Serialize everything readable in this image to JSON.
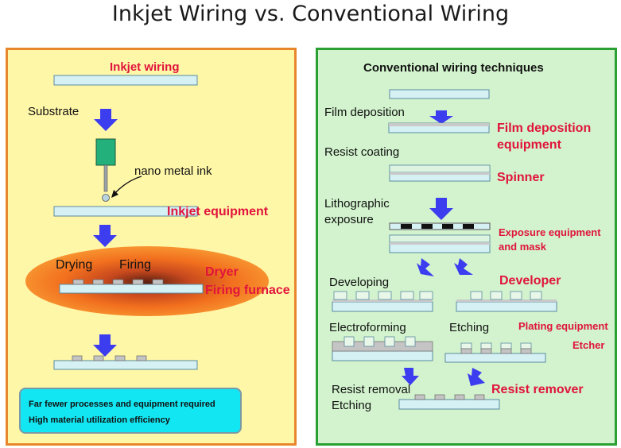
{
  "title": "Inkjet Wiring vs. Conventional Wiring",
  "inkjet": {
    "panel_title": "Inkjet wiring",
    "substrate": "Substrate",
    "nano_ink": "nano metal ink",
    "equipment": "Inkjet equipment",
    "drying": "Drying",
    "firing": "Firing",
    "dryer": "Dryer",
    "furnace": "Firing furnace",
    "summary": [
      "Far fewer processes and equipment required",
      "High material utilization efficiency"
    ]
  },
  "conventional": {
    "panel_title": "Conventional wiring techniques",
    "film_deposition": "Film deposition",
    "film_equipment_1": "Film deposition",
    "film_equipment_2": "equipment",
    "resist_coating": "Resist coating",
    "spinner": "Spinner",
    "litho_1": "Lithographic",
    "litho_2": "exposure",
    "exposure_eq_1": "Exposure equipment",
    "exposure_eq_2": "and mask",
    "developing": "Developing",
    "developer": "Developer",
    "electroforming": "Electroforming",
    "etching": "Etching",
    "plating_eq": "Plating equipment",
    "etcher": "Etcher",
    "resist_removal": "Resist removal",
    "etching2": "Etching",
    "resist_remover": "Resist remover"
  },
  "colors": {
    "left_bg": "#fff7a8",
    "left_border": "#e8862c",
    "right_bg": "#d2f3cd",
    "right_border": "#2a9f32",
    "accent_text": "#e0143c",
    "arrow": "#3d3df0",
    "substrate": "#d6f1f4",
    "summary_bg": "#12e6f2"
  }
}
